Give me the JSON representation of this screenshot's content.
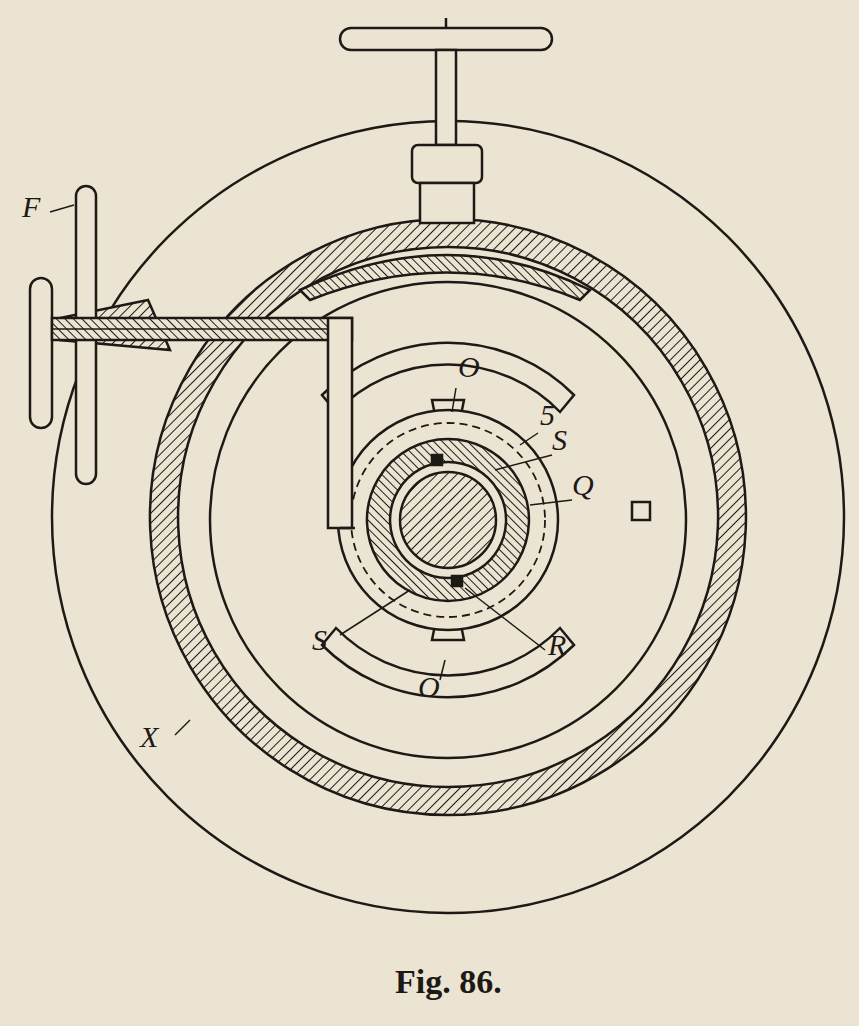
{
  "diagram": {
    "caption": "Fig. 86.",
    "labels": [
      "F",
      "O",
      "5",
      "S",
      "Q",
      "S",
      "R",
      "O",
      "X"
    ]
  }
}
